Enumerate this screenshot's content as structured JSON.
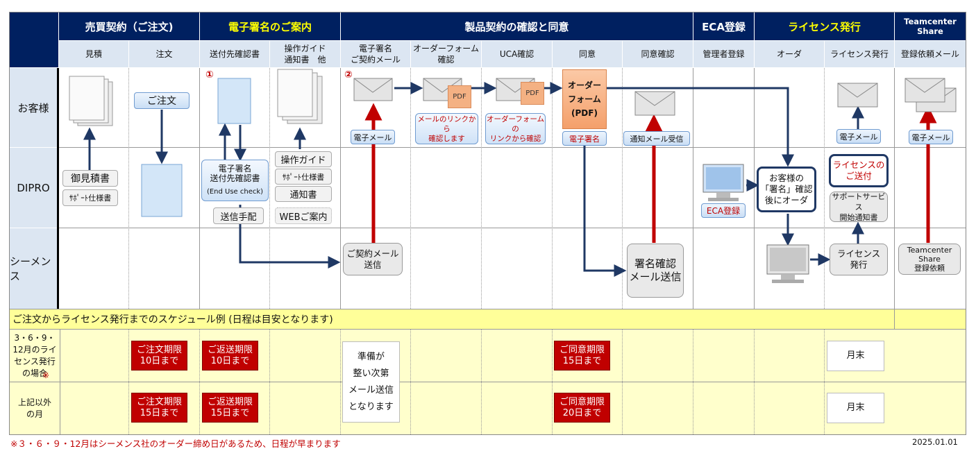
{
  "groups": {
    "sales": "売買契約（ご注文)",
    "esign_guide": "電子署名のご案内",
    "product_contract": "製品契約の確認と同意",
    "eca": "ECA登録",
    "license": "ライセンス発行",
    "tc_share": "Teamcenter\nShare"
  },
  "columns": [
    "見積",
    "注文",
    "送付先確認書",
    "操作ガイド\n通知書　他",
    "電子署名\nご契約メール",
    "オーダーフォーム\n確認",
    "UCA確認",
    "同意",
    "同意確認",
    "管理者登録",
    "オーダ",
    "ライセンス発行",
    "登録依頼メール"
  ],
  "rows": {
    "customer": "お客様",
    "dipro": "DIPRO",
    "siemens": "シーメンス"
  },
  "steps": {
    "one": "①",
    "two": "②"
  },
  "nodes": {
    "go_order": "ご注文",
    "estimate": "御見積書",
    "support_spec": "ｻﾎﾟｰﾄ仕様書",
    "esign_confirm": "電子署名\n送付先確認書",
    "end_use": "(End Use check)",
    "send_arrange": "送信手配",
    "op_guide": "操作ガイド",
    "support_spec2": "ｻﾎﾟｰﾄ仕様書",
    "notice": "通知書",
    "web_guide": "WEBご案内",
    "email1": "電子メール",
    "contract_mail": "ご契約メール\n送信",
    "pdf1": "PDF",
    "check_link": "メールのリンクから\n確認します",
    "pdf2": "PDF",
    "check_form": "オーダーフォームの\nリンクから確認",
    "order_form": "オーダー\nフォーム\n(PDF)",
    "esign": "電子署名",
    "notify_recv": "通知メール受信",
    "sign_mail": "署名確認\nメール送信",
    "eca_reg": "ECA登録",
    "order_after": "お客様の\n「署名」確認\n後にオーダ",
    "license_send": "ライセンスの\nご送付",
    "support_start": "サポートサービス\n開始通知書",
    "license_issue": "ライセンス\n発行",
    "email2": "電子メール",
    "email3": "電子メール",
    "tc_request": "Teamcenter\nShare\n登録依頼"
  },
  "schedule": {
    "title": "ご注文からライセンス発行までのスケジュール例 (日程は目安となります)",
    "row1_label": "3・6・9・\n12月のライ\nセンス発行\nの場合",
    "row1_mark": "※",
    "row2_label": "上記以外\nの月",
    "r1_order": "ご注文期限\n10日まで",
    "r1_return": "ご返送期限\n10日まで",
    "r1_agree": "ご同意期限\n15日まで",
    "r2_order": "ご注文期限\n15日まで",
    "r2_return": "ご返送期限\n15日まで",
    "r2_agree": "ご同意期限\n20日まで",
    "prep": "準備が\n整い次第\nメール送信\nとなります",
    "month_end1": "月末",
    "month_end2": "月末"
  },
  "footer": {
    "note": "※３・６・９・12月はシーメンス社のオーダー締め日があるため、日程が早まります",
    "date": "2025.01.01"
  },
  "colors": {
    "navy": "#002060",
    "yellow": "#ffff00",
    "red": "#c00000",
    "arrow": "#1f3864"
  }
}
